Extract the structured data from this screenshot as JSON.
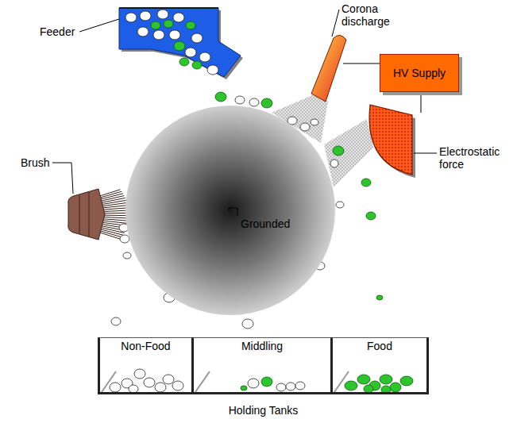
{
  "diagram": {
    "nodes": [
      {
        "text": [
          "HV Supply"
        ]
      },
      {
        "text": [
          "Grounded"
        ]
      },
      {
        "text": [
          "Holding Tanks"
        ]
      },
      {
        "text": [
          "Non-Food"
        ],
        "in": 2
      },
      {
        "text": [
          "Middling"
        ],
        "in": 2
      },
      {
        "text": [
          "Food"
        ],
        "in": 2
      }
    ],
    "labels": [
      "Feeder",
      "Corona discharge",
      "Electrostatic force",
      "Brush"
    ]
  }
}
